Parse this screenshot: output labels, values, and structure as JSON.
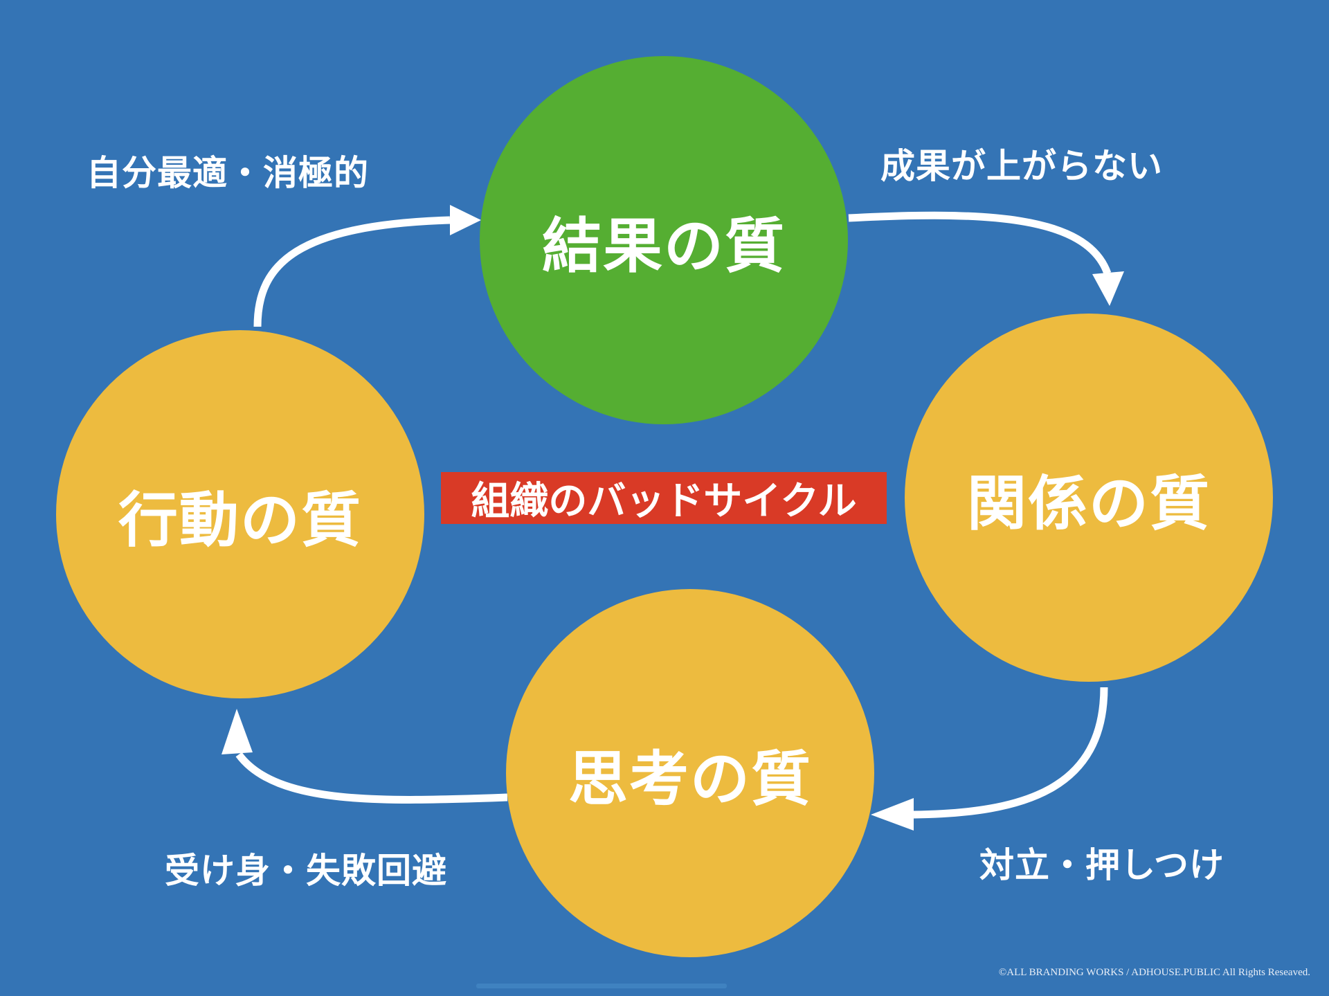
{
  "colors": {
    "background": "#3474B5",
    "result_circle": "#55AE32",
    "cycle_circle": "#EDBB3F",
    "center_tag": "#D93A26",
    "arrow": "#FFFFFF",
    "text": "#FFFFFF"
  },
  "circles": {
    "result": "結果の質",
    "relation": "関係の質",
    "thinking": "思考の質",
    "action": "行動の質"
  },
  "center_tag": "組織のバッドサイクル",
  "labels": {
    "action_to_result": "自分最適・消極的",
    "result_to_relation": "成果が上がらない",
    "relation_to_thinking": "対立・押しつけ",
    "thinking_to_action": "受け身・失敗回避"
  },
  "arrows": [
    {
      "from": "行動の質",
      "to": "結果の質"
    },
    {
      "from": "結果の質",
      "to": "関係の質"
    },
    {
      "from": "関係の質",
      "to": "思考の質"
    },
    {
      "from": "思考の質",
      "to": "行動の質"
    }
  ],
  "copyright": "©ALL BRANDING WORKS / ADHOUSE.PUBLIC   All Rights Reseaved."
}
